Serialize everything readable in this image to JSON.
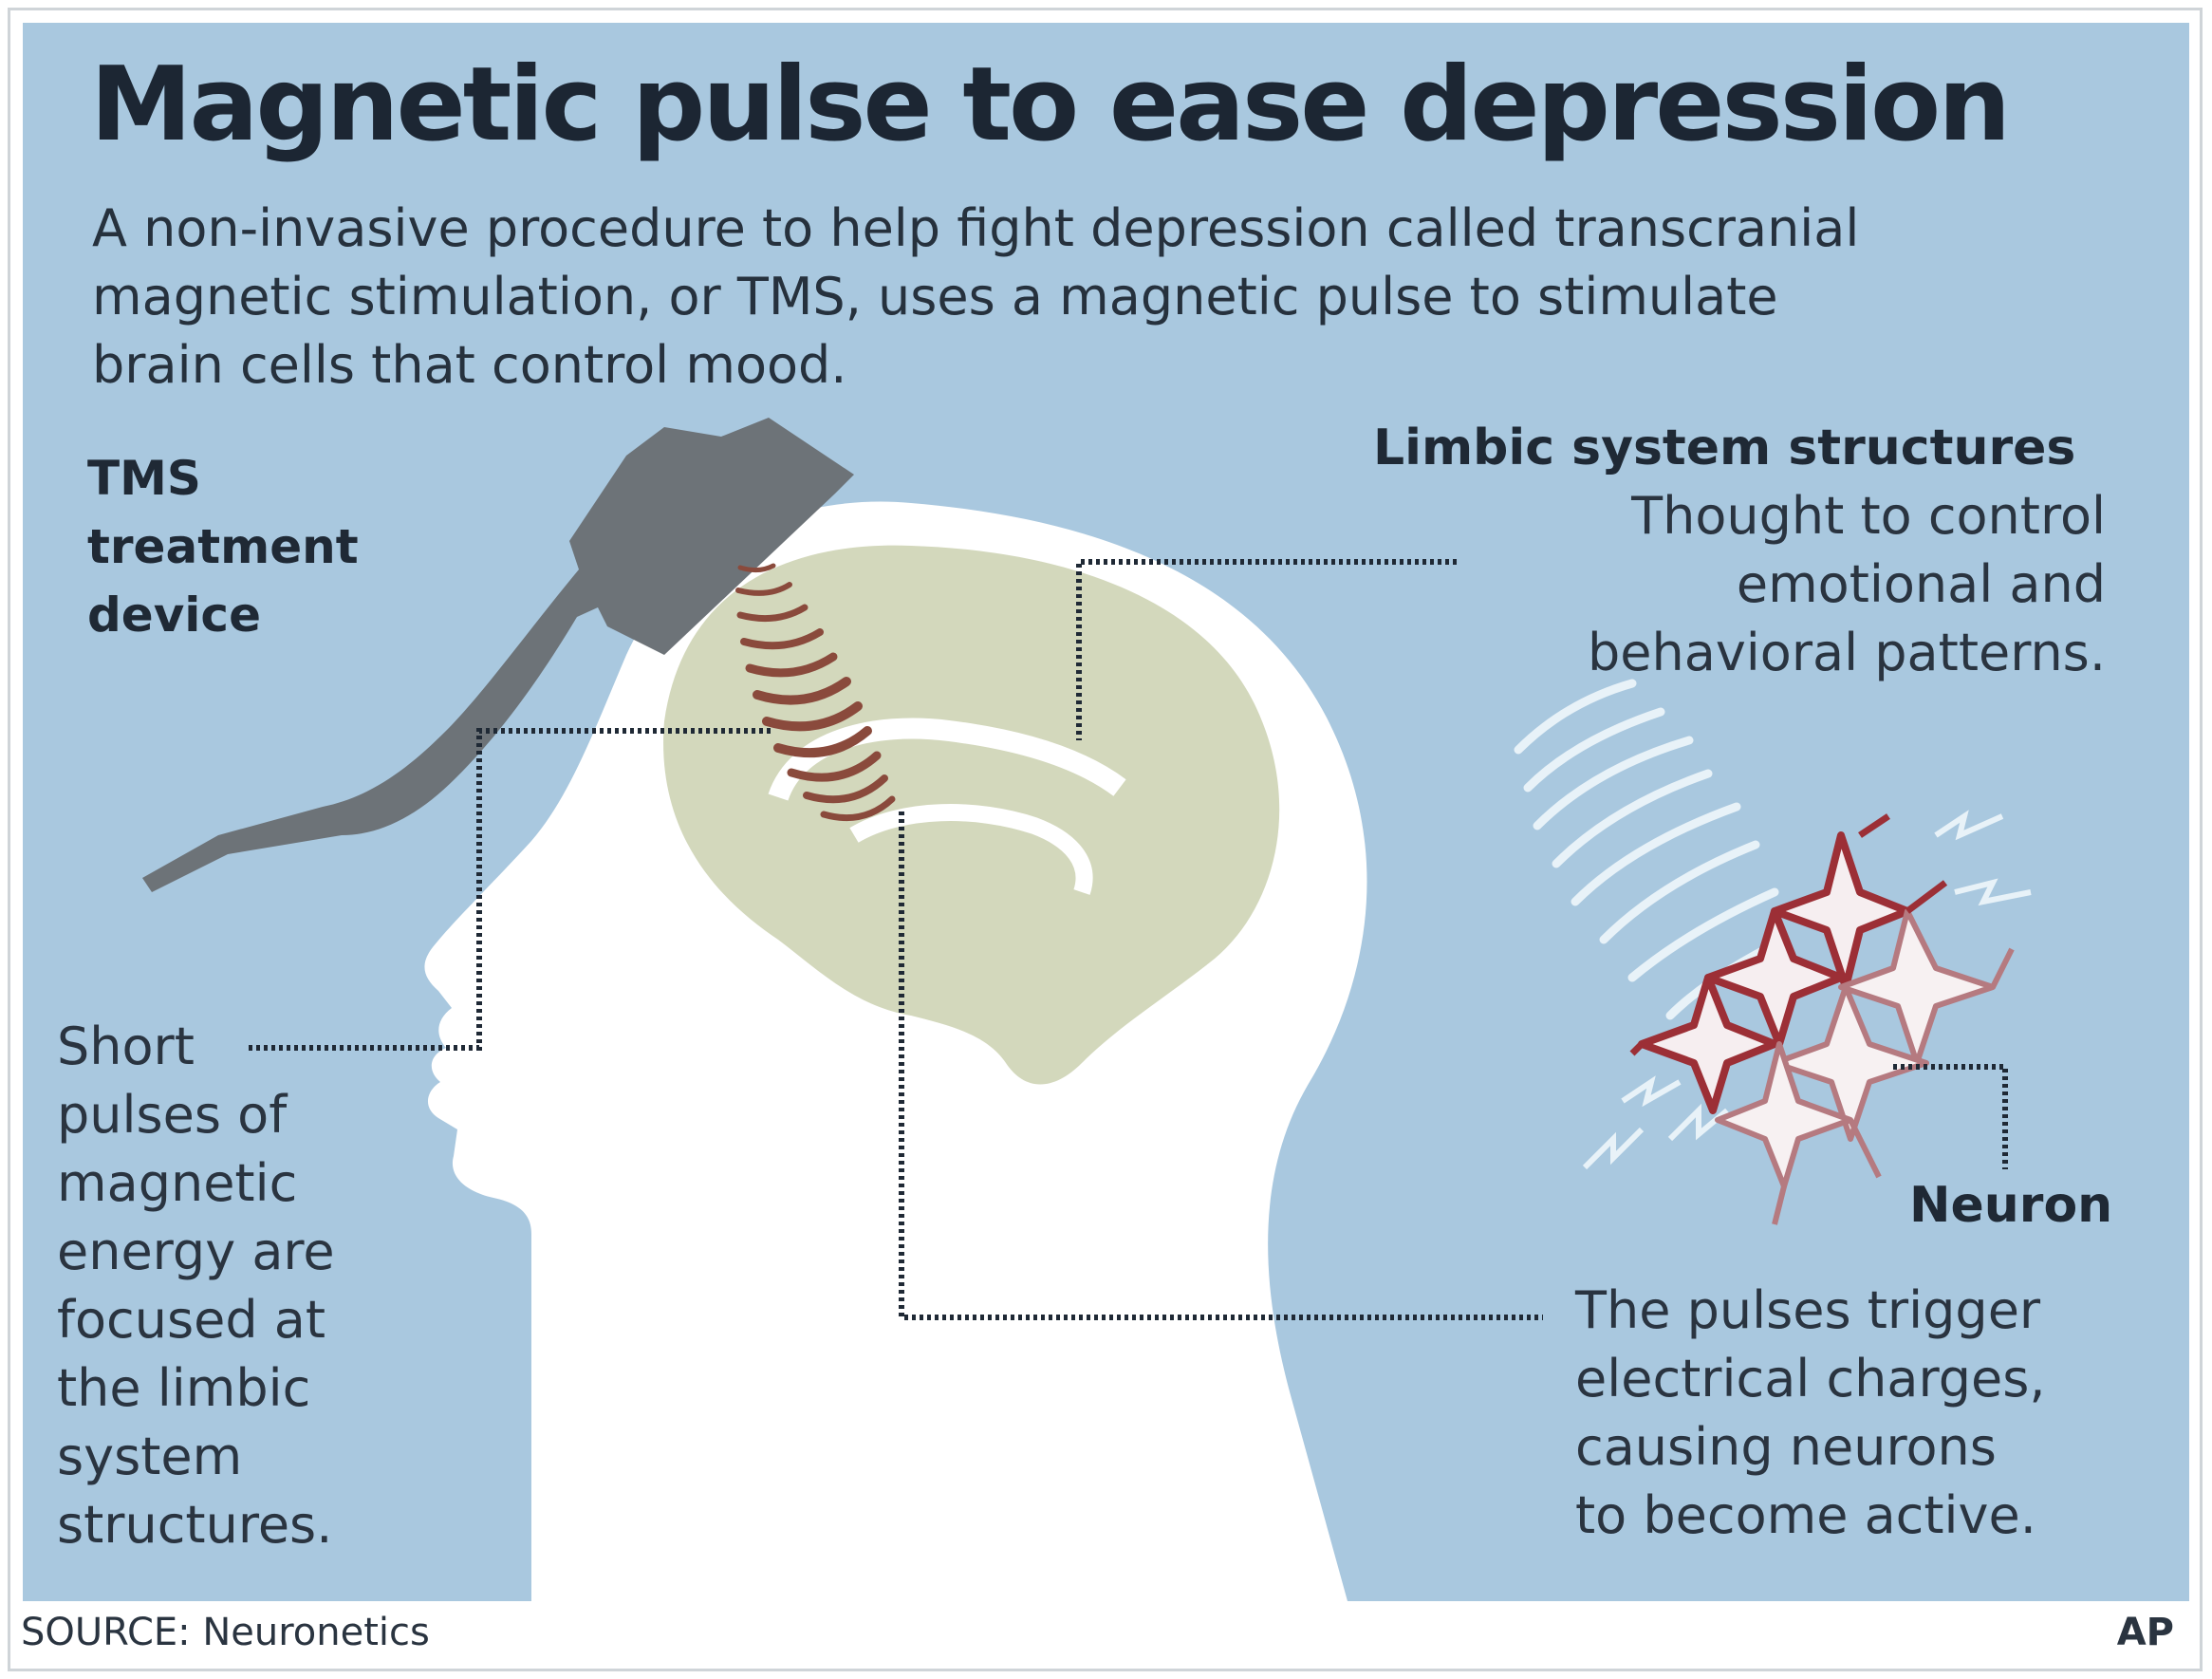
{
  "title": "Magnetic pulse to ease depression",
  "intro": "A non-invasive procedure to help fight depression called transcranial\nmagnetic stimulation, or TMS, uses a magnetic pulse to stimulate\nbrain cells that control mood.",
  "labels": {
    "device": "TMS\ntreatment\ndevice",
    "limbic_title": "Limbic system structures",
    "limbic_desc": "Thought to control\nemotional and\nbehavioral patterns.",
    "pulses": "Short\npulses of\nmagnetic\nenergy are\nfocused at\nthe limbic\nsystem\nstructures.",
    "trigger": "The pulses trigger\nelectrical charges,\ncausing neurons\nto become active.",
    "neuron": "Neuron"
  },
  "footer": {
    "source": "SOURCE: Neuronetics",
    "credit": "AP"
  },
  "colors": {
    "background": "#a9c8df",
    "head": "#ffffff",
    "brain": "#d3d8bc",
    "device": "#6d7378",
    "pulse": "#8a4a3c",
    "neuron_active": "#9c2f36",
    "text": "#1f2935"
  }
}
